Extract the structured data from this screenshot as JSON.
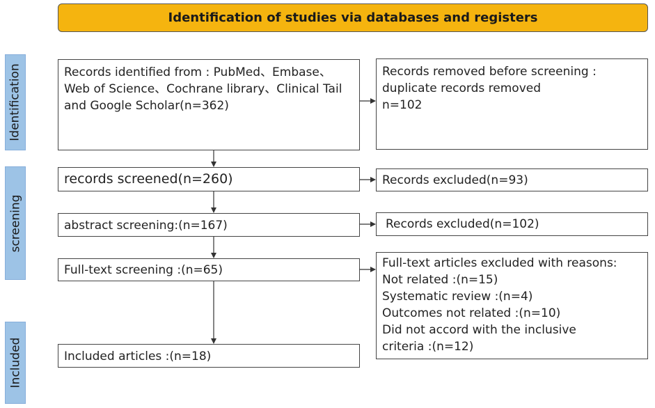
{
  "title": "Identification of studies via databases and registers",
  "colors": {
    "banner": "#f5b40f",
    "phase": "#9dc3e6",
    "border": "#444444"
  },
  "phases": {
    "identification": "Identification",
    "screening": "screening",
    "included": "Included"
  },
  "left": {
    "records_identified": [
      "Records identified from : PubMed、Embase、",
      "Web of Science、Cochrane library、Clinical Tail",
      "and Google Scholar(n=362)"
    ],
    "records_screened": "records screened(n=260)",
    "abstract_screening": "abstract screening:(n=167)",
    "fulltext_screening": "Full-text screening :(n=65)",
    "included_articles": "Included articles :(n=18)"
  },
  "right": {
    "removed": [
      "Records removed before screening :",
      "duplicate records removed",
      "n=102"
    ],
    "excluded_1": "Records excluded(n=93)",
    "excluded_2": "Records excluded(n=102)",
    "fulltext_excluded": [
      "Full-text articles excluded with reasons:",
      "Not related :(n=15)",
      "Systematic review :(n=4)",
      "Outcomes not related :(n=10)",
      "Did not accord with the inclusive",
      "criteria :(n=12)"
    ]
  }
}
